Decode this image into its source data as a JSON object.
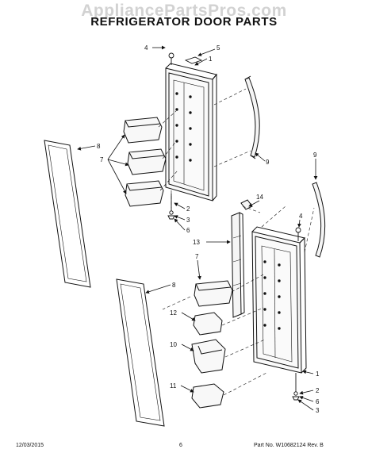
{
  "watermark": "AppliancePartsPros.com",
  "title": "REFRIGERATOR DOOR PARTS",
  "callouts": {
    "c4a": "4",
    "c5": "5",
    "c1a": "1",
    "c8a": "8",
    "c7a": "7",
    "c9a": "9",
    "c2a": "2",
    "c3a": "3",
    "c6a": "6",
    "c9b": "9",
    "c14": "14",
    "c4b": "4",
    "c13": "13",
    "c7b": "7",
    "c8b": "8",
    "c12": "12",
    "c10": "10",
    "c11": "11",
    "c1b": "1",
    "c2b": "2",
    "c6b": "6",
    "c3b": "3"
  },
  "footer": {
    "date": "12/03/2015",
    "page": "6",
    "part_no": "Part No. W10682124  Rev. B"
  },
  "colors": {
    "line": "#111111",
    "watermark": "#d2d2d2"
  }
}
